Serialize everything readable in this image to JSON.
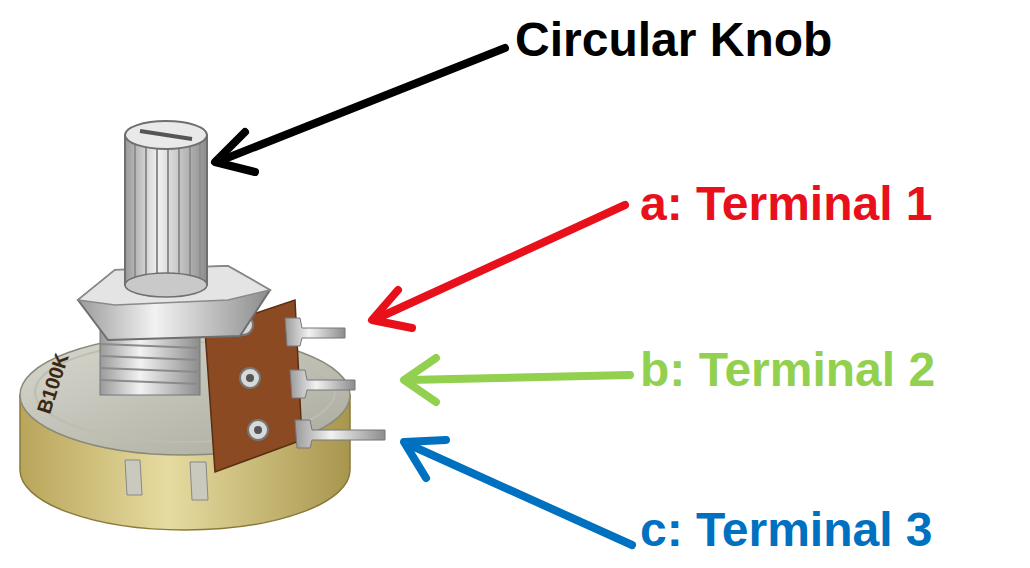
{
  "diagram": {
    "labels": [
      "Circular Knob",
      "a: Terminal 1",
      "b: Terminal 2",
      "c: Terminal 3",
      "B100K"
    ]
  }
}
